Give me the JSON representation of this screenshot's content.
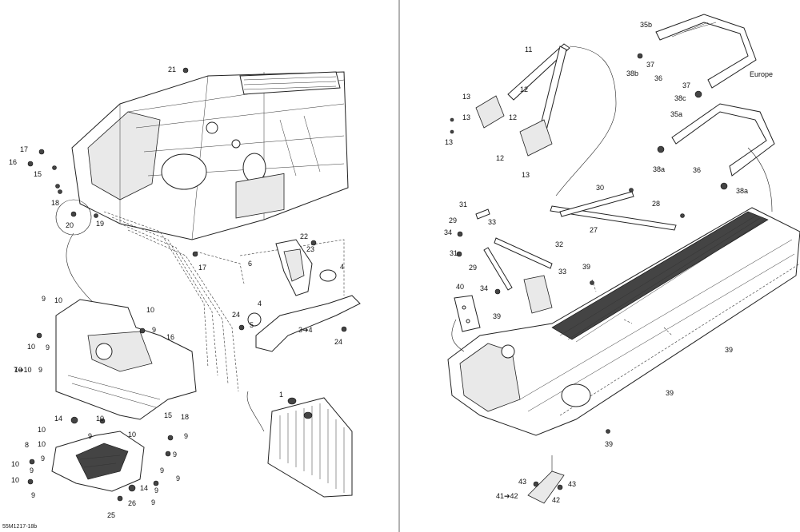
{
  "diagram": {
    "drawing_code": "55M1217-18b",
    "left_labels": [
      "21",
      "17",
      "16",
      "15",
      "18",
      "19",
      "20",
      "17",
      "22",
      "23",
      "6",
      "4",
      "24",
      "5",
      "4",
      "3➔4",
      "24",
      "9",
      "10",
      "10",
      "9",
      "10",
      "9",
      "10",
      "9",
      "7➔10",
      "16",
      "15",
      "18",
      "1",
      "14",
      "10",
      "10",
      "10",
      "9",
      "9",
      "10",
      "8",
      "9",
      "10",
      "9",
      "10",
      "9",
      "14",
      "9",
      "26",
      "25",
      "9",
      "9",
      "9",
      "9"
    ],
    "right_labels": [
      "35b",
      "37",
      "38b",
      "36",
      "37",
      "Europe",
      "38c",
      "35a",
      "36",
      "38a",
      "38a",
      "11",
      "13",
      "12",
      "13",
      "13",
      "12",
      "12",
      "13",
      "30",
      "28",
      "27",
      "31",
      "29",
      "33",
      "34",
      "32",
      "31",
      "29",
      "33",
      "34",
      "39",
      "40",
      "39",
      "39",
      "39",
      "39",
      "43",
      "43",
      "41➔42",
      "42"
    ]
  }
}
